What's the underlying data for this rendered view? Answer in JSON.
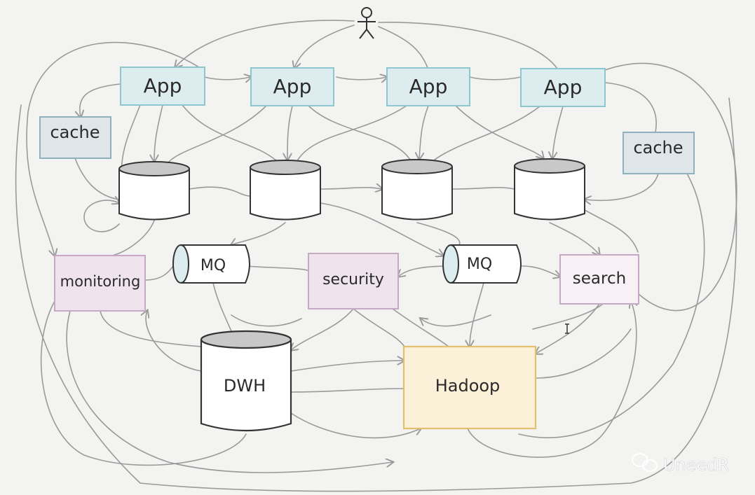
{
  "colors": {
    "background": "#f3f3f1",
    "app_fill": "#dcecef",
    "app_stroke": "#8ec6d0",
    "cache_fill": "#dfe6ea",
    "cache_stroke": "#8fb0bd",
    "service_fill": "#efe4ee",
    "service_stroke": "#c6a9c4",
    "hadoop_fill": "#fbf0d8",
    "hadoop_stroke": "#e3bf6e",
    "db_fill": "#ffffff",
    "db_top": "#c8c8c8",
    "line": "#9a9a9a"
  },
  "diagram": {
    "apps": [
      "App",
      "App",
      "App",
      "App"
    ],
    "caches": [
      "cache",
      "cache"
    ],
    "services": {
      "monitoring": "monitoring",
      "security": "security",
      "search": "search"
    },
    "queues": [
      "MQ",
      "MQ"
    ],
    "warehouse": "DWH",
    "hadoop": "Hadoop",
    "user_icon": "stick-figure-user-icon"
  },
  "watermark": {
    "icon": "wechat-icon",
    "text": "UneedR"
  }
}
